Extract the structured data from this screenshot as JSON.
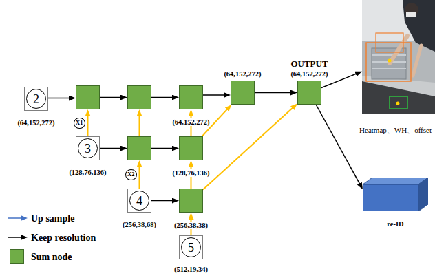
{
  "diagram": {
    "nodes": [
      {
        "text": [
          "2",
          "(64,152,272)"
        ]
      },
      {
        "text": []
      },
      {
        "text": []
      },
      {
        "text": [
          "(64,152,272)"
        ]
      },
      {
        "text": [
          "(64,152,272)"
        ]
      },
      {
        "text": [
          "OUTPUT",
          "(64,152,272)"
        ]
      },
      {
        "text": [
          "Heatmap、WH、offset"
        ]
      },
      {
        "text": [
          "3",
          "(128,76,136)"
        ]
      },
      {
        "text": []
      },
      {
        "text": [
          "(128,76,136)"
        ]
      },
      {
        "text": [
          "re-ID"
        ]
      },
      {
        "text": [
          "4",
          "(256,38,68)"
        ]
      },
      {
        "text": [
          "(256,38,38)"
        ]
      },
      {
        "text": [
          "5",
          "(512,19,34)"
        ]
      }
    ],
    "edges": [
      {
        "from": 0,
        "to": 1,
        "arrow": "to"
      },
      {
        "from": 7,
        "to": 1,
        "label": "X1",
        "arrow": "to"
      },
      {
        "from": 1,
        "to": 2,
        "arrow": "to"
      },
      {
        "from": 2,
        "to": 3,
        "arrow": "to"
      },
      {
        "from": 3,
        "to": 4,
        "arrow": "to"
      },
      {
        "from": 4,
        "to": 5,
        "arrow": "to"
      },
      {
        "from": 7,
        "to": 8,
        "arrow": "to"
      },
      {
        "from": 8,
        "to": 2,
        "arrow": "to"
      },
      {
        "from": 8,
        "to": 9,
        "arrow": "to"
      },
      {
        "from": 9,
        "to": 3,
        "arrow": "to"
      },
      {
        "from": 9,
        "to": 4,
        "arrow": "to"
      },
      {
        "from": 11,
        "to": 8,
        "label": "X2",
        "arrow": "to"
      },
      {
        "from": 11,
        "to": 12,
        "arrow": "to"
      },
      {
        "from": 12,
        "to": 9,
        "arrow": "to"
      },
      {
        "from": 12,
        "to": 5,
        "arrow": "to"
      },
      {
        "from": 13,
        "to": 12,
        "arrow": "to"
      },
      {
        "from": 5,
        "to": 6,
        "arrow": "to"
      },
      {
        "from": 5,
        "to": 10,
        "arrow": "to"
      }
    ],
    "legend": [
      {
        "text": "Up sample"
      },
      {
        "text": "Keep resolution"
      },
      {
        "text": "Sum node",
        "color": "#70ad47"
      }
    ]
  }
}
